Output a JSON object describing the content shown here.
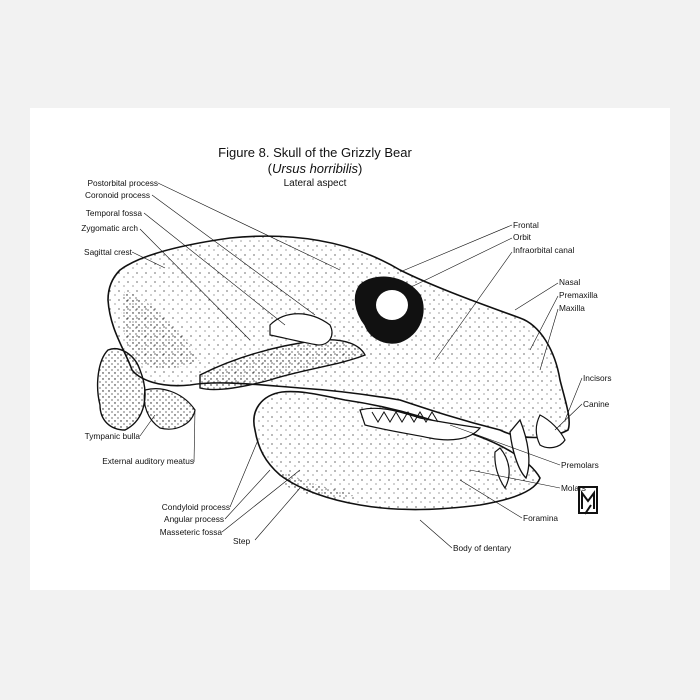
{
  "figure": {
    "title": "Figure 8. Skull of the Grizzly Bear",
    "subtitle_open": "(",
    "subtitle_species": "Ursus horribilis",
    "subtitle_close": ")",
    "aspect": "Lateral aspect"
  },
  "labels_left": [
    "Postorbital process",
    "Coronoid process",
    "Temporal fossa",
    "Zygomatic arch",
    "Sagittal crest",
    "Tympanic bulla",
    "External auditory meatus",
    "Condyloid process",
    "Angular process",
    "Masseteric fossa",
    "Step"
  ],
  "labels_right": [
    "Frontal",
    "Orbit",
    "Infraorbital canal",
    "Nasal",
    "Premaxilla",
    "Maxilla",
    "Incisors",
    "Canine",
    "Premolars",
    "Molars",
    "Foramina",
    "Body of dentary"
  ],
  "colors": {
    "ink": "#111111",
    "paper": "#ffffff",
    "background": "#f2f2f2"
  }
}
